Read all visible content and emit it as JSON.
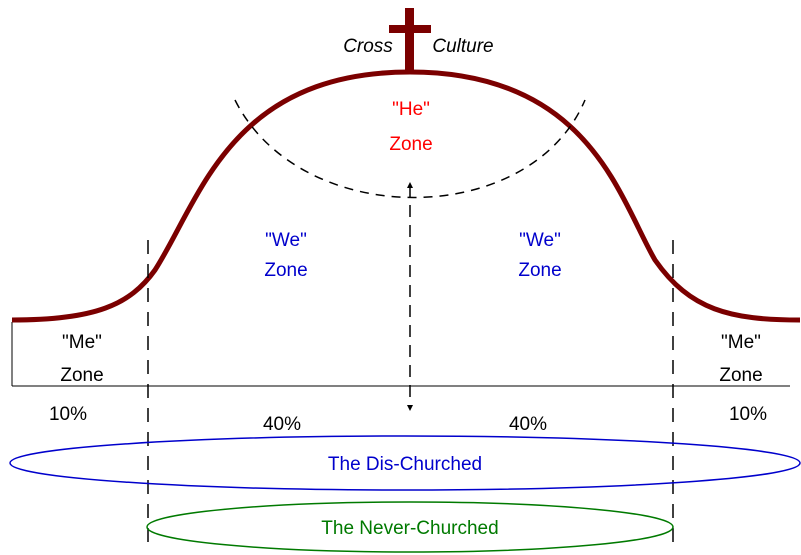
{
  "title": {
    "cross": "Cross",
    "culture": "Culture"
  },
  "zones": {
    "he": {
      "line1": "\"He\"",
      "line2": "Zone"
    },
    "we_left": {
      "line1": "\"We\"",
      "line2": "Zone"
    },
    "we_right": {
      "line1": "\"We\"",
      "line2": "Zone"
    },
    "me_left": {
      "line1": "\"Me\"",
      "line2": "Zone"
    },
    "me_right": {
      "line1": "\"Me\"",
      "line2": "Zone"
    }
  },
  "percentages": {
    "left_me": "10%",
    "left_we": "40%",
    "right_we": "40%",
    "right_me": "10%"
  },
  "groups": {
    "dis_churched": "The Dis-Churched",
    "never_churched": "The Never-Churched"
  },
  "colors": {
    "curve": "#7b0000",
    "he_text": "#ff0000",
    "we_text": "#0000cc",
    "me_text": "#000000",
    "dis_churched": "#0000cc",
    "never_churched": "#007a00"
  }
}
